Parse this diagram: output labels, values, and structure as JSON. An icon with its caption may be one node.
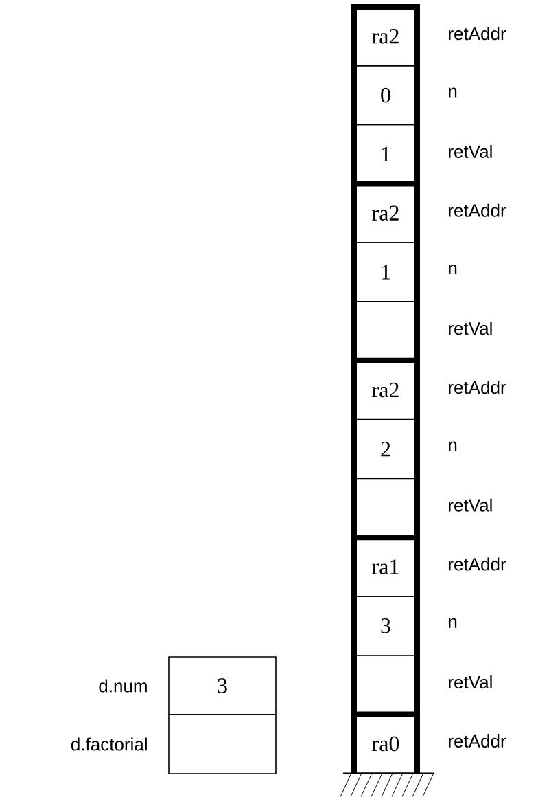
{
  "diagram": {
    "nodes": [
      {
        "text": [
          "ra2"
        ],
        "beside": [
          "retAddr"
        ]
      },
      {
        "text": [
          "0"
        ],
        "beside": [
          "n"
        ]
      },
      {
        "text": [
          "1"
        ],
        "beside": [
          "retVal"
        ]
      },
      {
        "text": [
          "ra2"
        ],
        "beside": [
          "retAddr"
        ]
      },
      {
        "text": [
          "1"
        ],
        "beside": [
          "n"
        ]
      },
      {
        "text": [],
        "shape": "box",
        "beside": [
          "retVal"
        ]
      },
      {
        "text": [
          "ra2"
        ],
        "beside": [
          "retAddr"
        ]
      },
      {
        "text": [
          "2"
        ],
        "beside": [
          "n"
        ]
      },
      {
        "text": [],
        "shape": "box",
        "beside": [
          "retVal"
        ]
      },
      {
        "text": [
          "ra1"
        ],
        "beside": [
          "retAddr"
        ]
      },
      {
        "text": [
          "3"
        ],
        "beside": [
          "n"
        ]
      },
      {
        "text": [],
        "shape": "box",
        "beside": [
          "retVal"
        ]
      },
      {
        "text": [
          "ra0"
        ],
        "beside": [
          "retAddr"
        ]
      },
      {
        "text": [
          "3"
        ],
        "beside": [
          "d.num"
        ]
      },
      {
        "text": [],
        "shape": "box",
        "beside": [
          "d.factorial"
        ]
      }
    ]
  }
}
